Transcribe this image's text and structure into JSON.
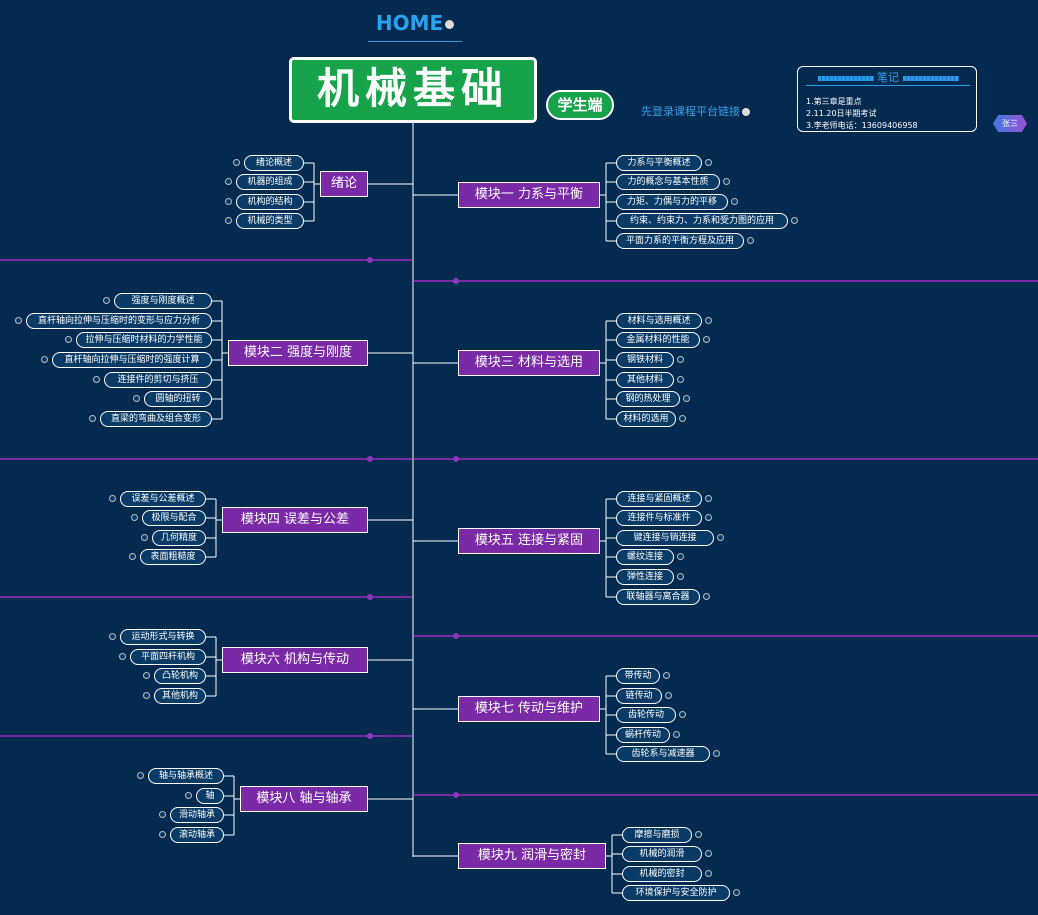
{
  "header": {
    "home_label": "HOME",
    "title": "机械基础",
    "badge": "学生端",
    "link_label": "先登录课程平台链接"
  },
  "notes": {
    "title": "笔记",
    "lines": [
      "1.第三章是重点",
      "2.11.20日半期考试",
      "3.李老师电话：13609406958"
    ]
  },
  "user": {
    "label": "张三"
  },
  "modules": [
    {
      "label": "绪论",
      "side": "left",
      "topics": [
        "绪论概述",
        "机器的组成",
        "机构的结构",
        "机械的类型"
      ]
    },
    {
      "label": "模块一  力系与平衡",
      "side": "right",
      "topics": [
        "力系与平衡概述",
        "力的概念与基本性质",
        "力矩、力偶与力的平移",
        "约束、约束力、力系和受力图的应用",
        "平面力系的平衡方程及应用"
      ]
    },
    {
      "label": "模块二  强度与刚度",
      "side": "left",
      "topics": [
        "强度与刚度概述",
        "直杆轴向拉伸与压缩时的变形与应力分析",
        "拉伸与压缩时材料的力学性能",
        "直杆轴向拉伸与压缩时的强度计算",
        "连接件的剪切与挤压",
        "圆轴的扭转",
        "直梁的弯曲及组合变形"
      ]
    },
    {
      "label": "模块三  材料与选用",
      "side": "right",
      "topics": [
        "材料与选用概述",
        "金属材料的性能",
        "钢铁材料",
        "其他材料",
        "钢的热处理",
        "材料的选用"
      ]
    },
    {
      "label": "模块四  误差与公差",
      "side": "left",
      "topics": [
        "误差与公差概述",
        "极限与配合",
        "几何精度",
        "表面粗糙度"
      ]
    },
    {
      "label": "模块五  连接与紧固",
      "side": "right",
      "topics": [
        "连接与紧固概述",
        "连接件与标准件",
        "键连接与销连接",
        "螺纹连接",
        "弹性连接",
        "联轴器与离合器"
      ]
    },
    {
      "label": "模块六  机构与传动",
      "side": "left",
      "topics": [
        "运动形式与转换",
        "平面四杆机构",
        "凸轮机构",
        "其他机构"
      ]
    },
    {
      "label": "模块七  传动与维护",
      "side": "right",
      "topics": [
        "带传动",
        "链传动",
        "齿轮传动",
        "蜗杆传动",
        "齿轮系与减速器"
      ]
    },
    {
      "label": "模块八  轴与轴承",
      "side": "left",
      "topics": [
        "轴与轴承概述",
        "轴",
        "滑动轴承",
        "滚动轴承"
      ]
    },
    {
      "label": "模块九  润滑与密封",
      "side": "right",
      "topics": [
        "摩擦与磨损",
        "机械的润滑",
        "机械的密封",
        "环境保护与安全防护"
      ]
    }
  ],
  "colors": {
    "background": "#052a4f",
    "module": "#7a2aa6",
    "title": "#16a34a",
    "accent": "#2a9be6"
  }
}
